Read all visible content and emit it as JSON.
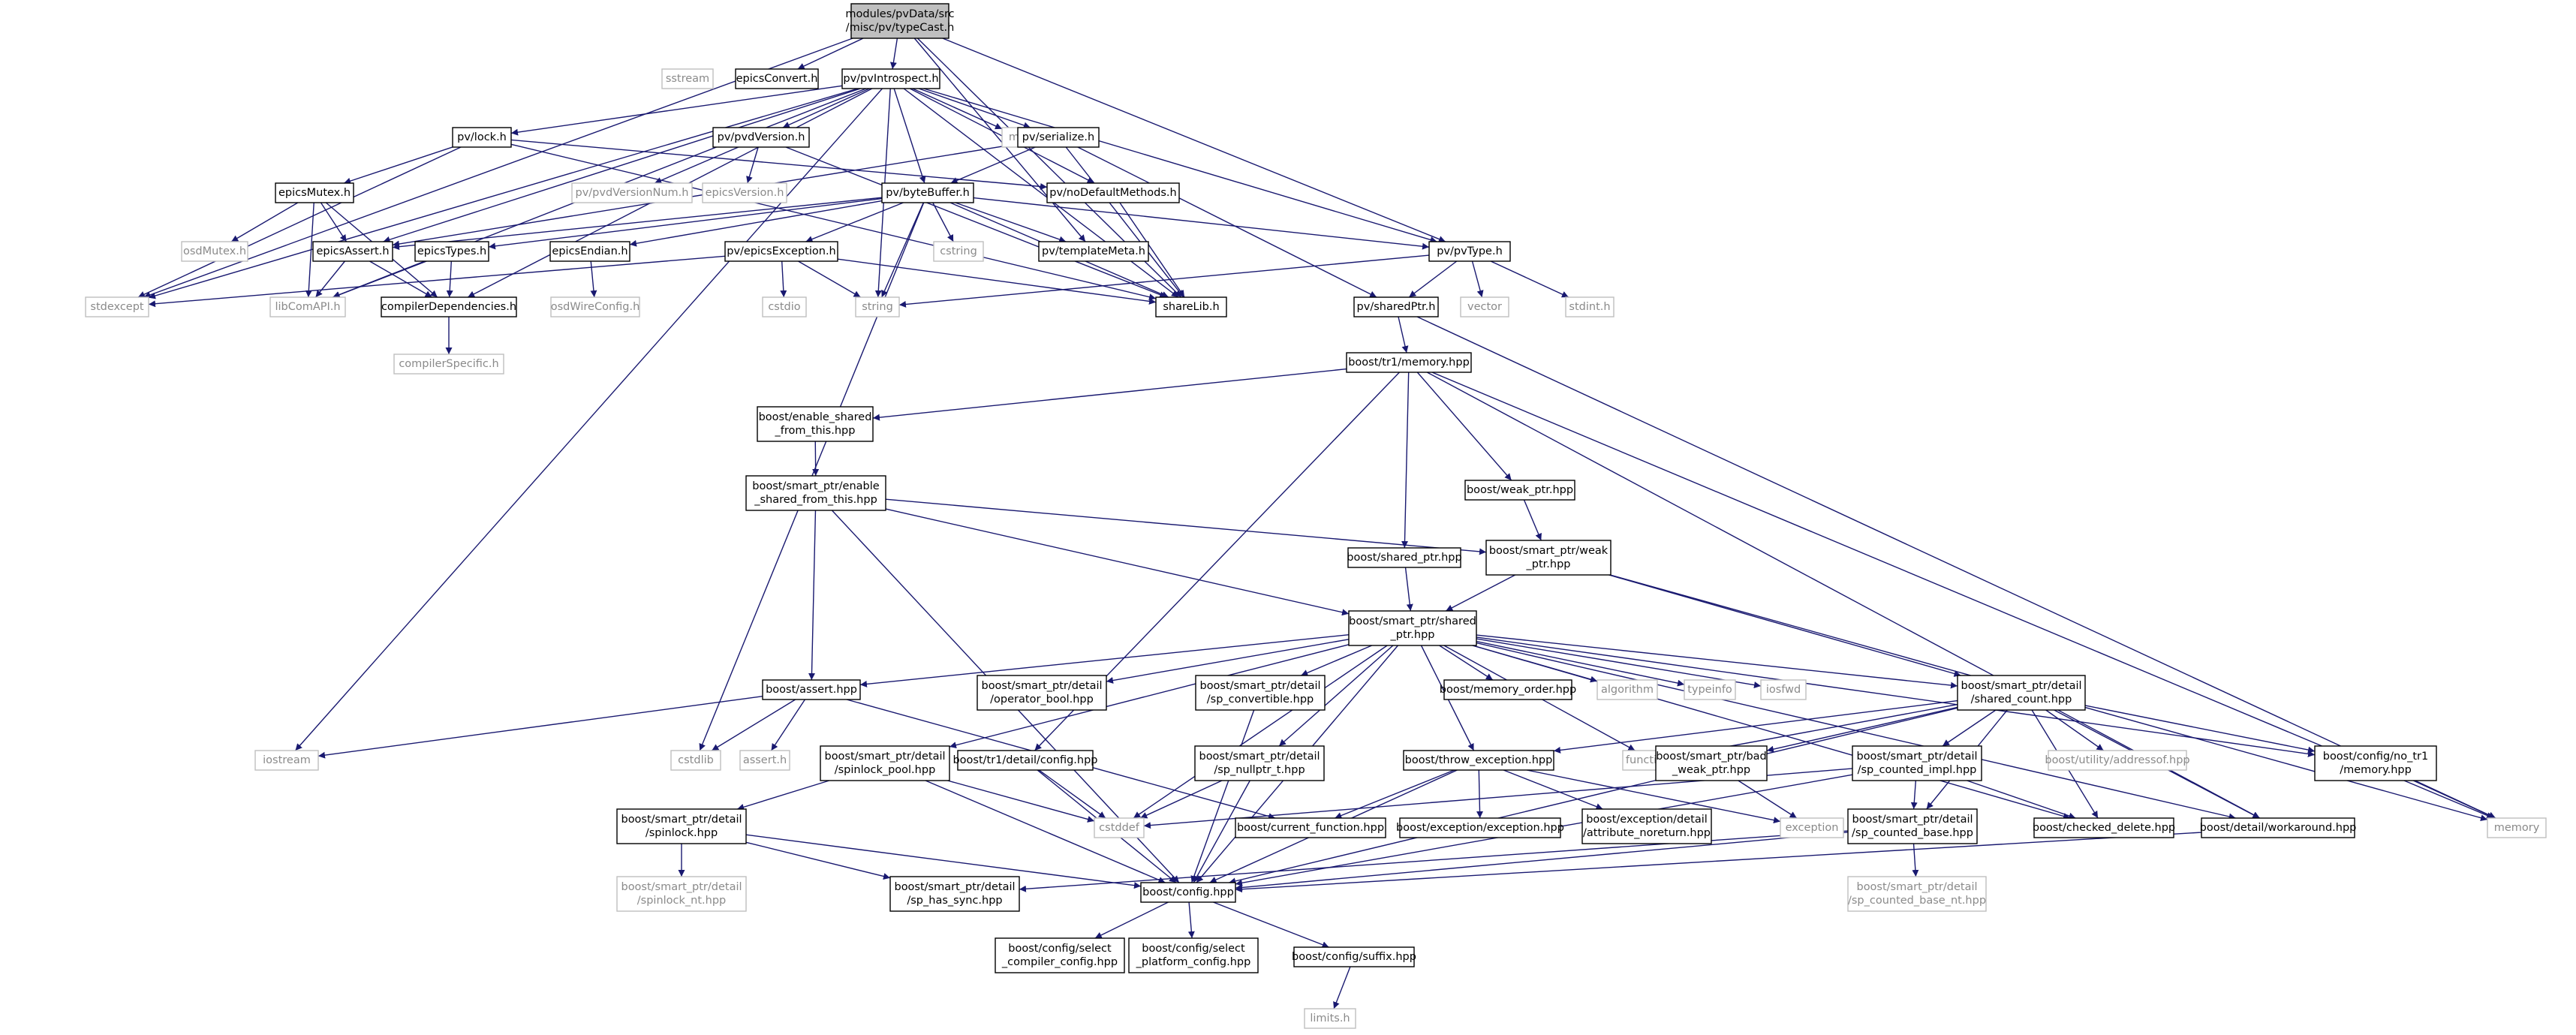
{
  "colors": {
    "edge": "#191970",
    "root_fill": "#bfbfbf",
    "documented_border": "#000000",
    "external_border": "#bfbfbf",
    "external_text": "#8a8a8a"
  },
  "nodes": [
    {
      "id": "root",
      "lines": [
        "modules/pvData/src",
        "/misc/pv/typeCast.h"
      ],
      "kind": "root"
    },
    {
      "id": "sstream",
      "lines": [
        "sstream"
      ],
      "kind": "ext"
    },
    {
      "id": "epicsConvert",
      "lines": [
        "epicsConvert.h"
      ],
      "kind": "doc"
    },
    {
      "id": "pvIntrospect",
      "lines": [
        "pv/pvIntrospect.h"
      ],
      "kind": "doc"
    },
    {
      "id": "pvLock",
      "lines": [
        "pv/lock.h"
      ],
      "kind": "doc"
    },
    {
      "id": "pvdVersion",
      "lines": [
        "pv/pvdVersion.h"
      ],
      "kind": "doc"
    },
    {
      "id": "map",
      "lines": [
        "map"
      ],
      "kind": "ext"
    },
    {
      "id": "serialize",
      "lines": [
        "pv/serialize.h"
      ],
      "kind": "doc"
    },
    {
      "id": "epicsMutex",
      "lines": [
        "epicsMutex.h"
      ],
      "kind": "doc"
    },
    {
      "id": "pvdVersionNum",
      "lines": [
        "pv/pvdVersionNum.h"
      ],
      "kind": "ext"
    },
    {
      "id": "epicsVersion",
      "lines": [
        "epicsVersion.h"
      ],
      "kind": "ext"
    },
    {
      "id": "byteBuffer",
      "lines": [
        "pv/byteBuffer.h"
      ],
      "kind": "doc"
    },
    {
      "id": "noDefault",
      "lines": [
        "pv/noDefaultMethods.h"
      ],
      "kind": "doc"
    },
    {
      "id": "osdMutex",
      "lines": [
        "osdMutex.h"
      ],
      "kind": "ext"
    },
    {
      "id": "epicsAssert",
      "lines": [
        "epicsAssert.h"
      ],
      "kind": "doc"
    },
    {
      "id": "epicsTypes",
      "lines": [
        "epicsTypes.h"
      ],
      "kind": "doc"
    },
    {
      "id": "epicsEndian",
      "lines": [
        "epicsEndian.h"
      ],
      "kind": "doc"
    },
    {
      "id": "epicsException",
      "lines": [
        "pv/epicsException.h"
      ],
      "kind": "doc"
    },
    {
      "id": "cstring",
      "lines": [
        "cstring"
      ],
      "kind": "ext"
    },
    {
      "id": "templateMeta",
      "lines": [
        "pv/templateMeta.h"
      ],
      "kind": "doc"
    },
    {
      "id": "pvType",
      "lines": [
        "pv/pvType.h"
      ],
      "kind": "doc"
    },
    {
      "id": "stdexcept",
      "lines": [
        "stdexcept"
      ],
      "kind": "ext"
    },
    {
      "id": "libComAPI",
      "lines": [
        "libComAPI.h"
      ],
      "kind": "ext"
    },
    {
      "id": "compilerDep",
      "lines": [
        "compilerDependencies.h"
      ],
      "kind": "doc"
    },
    {
      "id": "osdWireConfig",
      "lines": [
        "osdWireConfig.h"
      ],
      "kind": "ext"
    },
    {
      "id": "cstdio",
      "lines": [
        "cstdio"
      ],
      "kind": "ext"
    },
    {
      "id": "string",
      "lines": [
        "string"
      ],
      "kind": "ext"
    },
    {
      "id": "shareLib",
      "lines": [
        "shareLib.h"
      ],
      "kind": "doc"
    },
    {
      "id": "sharedPtr",
      "lines": [
        "pv/sharedPtr.h"
      ],
      "kind": "doc"
    },
    {
      "id": "vector",
      "lines": [
        "vector"
      ],
      "kind": "ext"
    },
    {
      "id": "stdint",
      "lines": [
        "stdint.h"
      ],
      "kind": "ext"
    },
    {
      "id": "compilerSpecific",
      "lines": [
        "compilerSpecific.h"
      ],
      "kind": "ext"
    },
    {
      "id": "tr1memory",
      "lines": [
        "boost/tr1/memory.hpp"
      ],
      "kind": "doc"
    },
    {
      "id": "enableShared",
      "lines": [
        "boost/enable_shared",
        "_from_this.hpp"
      ],
      "kind": "doc"
    },
    {
      "id": "spEnableShared",
      "lines": [
        "boost/smart_ptr/enable",
        "_shared_from_this.hpp"
      ],
      "kind": "doc"
    },
    {
      "id": "weakPtrHpp",
      "lines": [
        "boost/weak_ptr.hpp"
      ],
      "kind": "doc"
    },
    {
      "id": "sharedPtrHpp",
      "lines": [
        "boost/shared_ptr.hpp"
      ],
      "kind": "doc"
    },
    {
      "id": "spWeakPtr",
      "lines": [
        "boost/smart_ptr/weak",
        "_ptr.hpp"
      ],
      "kind": "doc"
    },
    {
      "id": "spSharedPtr",
      "lines": [
        "boost/smart_ptr/shared",
        "_ptr.hpp"
      ],
      "kind": "doc"
    },
    {
      "id": "boostAssert",
      "lines": [
        "boost/assert.hpp"
      ],
      "kind": "doc"
    },
    {
      "id": "operatorBool",
      "lines": [
        "boost/smart_ptr/detail",
        "/operator_bool.hpp"
      ],
      "kind": "doc"
    },
    {
      "id": "spConvertible",
      "lines": [
        "boost/smart_ptr/detail",
        "/sp_convertible.hpp"
      ],
      "kind": "doc"
    },
    {
      "id": "memoryOrder",
      "lines": [
        "boost/memory_order.hpp"
      ],
      "kind": "doc"
    },
    {
      "id": "algorithm",
      "lines": [
        "algorithm"
      ],
      "kind": "ext"
    },
    {
      "id": "typeinfo",
      "lines": [
        "typeinfo"
      ],
      "kind": "ext"
    },
    {
      "id": "iosfwd",
      "lines": [
        "iosfwd"
      ],
      "kind": "ext"
    },
    {
      "id": "sharedCount",
      "lines": [
        "boost/smart_ptr/detail",
        "/shared_count.hpp"
      ],
      "kind": "doc"
    },
    {
      "id": "iostream",
      "lines": [
        "iostream"
      ],
      "kind": "ext"
    },
    {
      "id": "cstdlib",
      "lines": [
        "cstdlib"
      ],
      "kind": "ext"
    },
    {
      "id": "assertH",
      "lines": [
        "assert.h"
      ],
      "kind": "ext"
    },
    {
      "id": "spinlockPool",
      "lines": [
        "boost/smart_ptr/detail",
        "/spinlock_pool.hpp"
      ],
      "kind": "doc"
    },
    {
      "id": "tr1config",
      "lines": [
        "boost/tr1/detail/config.hpp"
      ],
      "kind": "doc"
    },
    {
      "id": "spNullptr",
      "lines": [
        "boost/smart_ptr/detail",
        "/sp_nullptr_t.hpp"
      ],
      "kind": "doc"
    },
    {
      "id": "throwException",
      "lines": [
        "boost/throw_exception.hpp"
      ],
      "kind": "doc"
    },
    {
      "id": "functional",
      "lines": [
        "functional"
      ],
      "kind": "ext"
    },
    {
      "id": "badWeakPtr",
      "lines": [
        "boost/smart_ptr/bad",
        "_weak_ptr.hpp"
      ],
      "kind": "doc"
    },
    {
      "id": "spCountedImpl",
      "lines": [
        "boost/smart_ptr/detail",
        "/sp_counted_impl.hpp"
      ],
      "kind": "doc"
    },
    {
      "id": "addressof",
      "lines": [
        "boost/utility/addressof.hpp"
      ],
      "kind": "ext"
    },
    {
      "id": "noTr1Memory",
      "lines": [
        "boost/config/no_tr1",
        "/memory.hpp"
      ],
      "kind": "doc"
    },
    {
      "id": "spinlock",
      "lines": [
        "boost/smart_ptr/detail",
        "/spinlock.hpp"
      ],
      "kind": "doc"
    },
    {
      "id": "cstddef",
      "lines": [
        "cstddef"
      ],
      "kind": "ext"
    },
    {
      "id": "currentFunction",
      "lines": [
        "boost/current_function.hpp"
      ],
      "kind": "doc"
    },
    {
      "id": "excException",
      "lines": [
        "boost/exception/exception.hpp"
      ],
      "kind": "doc"
    },
    {
      "id": "attrNoreturn",
      "lines": [
        "boost/exception/detail",
        "/attribute_noreturn.hpp"
      ],
      "kind": "doc"
    },
    {
      "id": "exception",
      "lines": [
        "exception"
      ],
      "kind": "ext"
    },
    {
      "id": "spCountedBase",
      "lines": [
        "boost/smart_ptr/detail",
        "/sp_counted_base.hpp"
      ],
      "kind": "doc"
    },
    {
      "id": "checkedDelete",
      "lines": [
        "boost/checked_delete.hpp"
      ],
      "kind": "doc"
    },
    {
      "id": "workaround",
      "lines": [
        "boost/detail/workaround.hpp"
      ],
      "kind": "doc"
    },
    {
      "id": "memory",
      "lines": [
        "memory"
      ],
      "kind": "ext"
    },
    {
      "id": "spinlockNt",
      "lines": [
        "boost/smart_ptr/detail",
        "/spinlock_nt.hpp"
      ],
      "kind": "ext"
    },
    {
      "id": "spHasSync",
      "lines": [
        "boost/smart_ptr/detail",
        "/sp_has_sync.hpp"
      ],
      "kind": "doc"
    },
    {
      "id": "boostConfig",
      "lines": [
        "boost/config.hpp"
      ],
      "kind": "doc"
    },
    {
      "id": "spCountedBaseNt",
      "lines": [
        "boost/smart_ptr/detail",
        "/sp_counted_base_nt.hpp"
      ],
      "kind": "ext"
    },
    {
      "id": "selectCompiler",
      "lines": [
        "boost/config/select",
        "_compiler_config.hpp"
      ],
      "kind": "doc"
    },
    {
      "id": "selectPlatform",
      "lines": [
        "boost/config/select",
        "_platform_config.hpp"
      ],
      "kind": "doc"
    },
    {
      "id": "suffix",
      "lines": [
        "boost/config/suffix.hpp"
      ],
      "kind": "doc"
    },
    {
      "id": "limits",
      "lines": [
        "limits.h"
      ],
      "kind": "ext"
    }
  ],
  "edges": [
    [
      "root",
      "epicsConvert"
    ],
    [
      "root",
      "pvIntrospect"
    ],
    [
      "root",
      "stdexcept"
    ],
    [
      "root",
      "pvType"
    ],
    [
      "root",
      "shareLib"
    ],
    [
      "root",
      "templateMeta"
    ],
    [
      "pvIntrospect",
      "pvLock"
    ],
    [
      "pvIntrospect",
      "pvdVersion"
    ],
    [
      "pvIntrospect",
      "map"
    ],
    [
      "pvIntrospect",
      "serialize"
    ],
    [
      "pvIntrospect",
      "byteBuffer"
    ],
    [
      "pvIntrospect",
      "noDefault"
    ],
    [
      "pvIntrospect",
      "epicsAssert"
    ],
    [
      "pvIntrospect",
      "stdexcept"
    ],
    [
      "pvIntrospect",
      "libComAPI"
    ],
    [
      "pvIntrospect",
      "iostream"
    ],
    [
      "pvIntrospect",
      "string"
    ],
    [
      "pvIntrospect",
      "shareLib"
    ],
    [
      "pvIntrospect",
      "pvType"
    ],
    [
      "pvIntrospect",
      "compilerDep"
    ],
    [
      "pvLock",
      "epicsMutex"
    ],
    [
      "pvLock",
      "noDefault"
    ],
    [
      "pvLock",
      "stdexcept"
    ],
    [
      "pvLock",
      "shareLib"
    ],
    [
      "epicsMutex",
      "osdMutex"
    ],
    [
      "epicsMutex",
      "epicsAssert"
    ],
    [
      "epicsMutex",
      "libComAPI"
    ],
    [
      "epicsMutex",
      "compilerDep"
    ],
    [
      "pvdVersion",
      "pvdVersionNum"
    ],
    [
      "pvdVersion",
      "epicsVersion"
    ],
    [
      "pvdVersion",
      "shareLib"
    ],
    [
      "serialize",
      "byteBuffer"
    ],
    [
      "serialize",
      "shareLib"
    ],
    [
      "serialize",
      "sharedPtr"
    ],
    [
      "serialize",
      "epicsAssert"
    ],
    [
      "byteBuffer",
      "epicsEndian"
    ],
    [
      "byteBuffer",
      "epicsException"
    ],
    [
      "byteBuffer",
      "cstring"
    ],
    [
      "byteBuffer",
      "templateMeta"
    ],
    [
      "byteBuffer",
      "pvType"
    ],
    [
      "byteBuffer",
      "epicsTypes"
    ],
    [
      "byteBuffer",
      "epicsAssert"
    ],
    [
      "byteBuffer",
      "shareLib"
    ],
    [
      "byteBuffer",
      "string"
    ],
    [
      "byteBuffer",
      "cstdlib"
    ],
    [
      "noDefault",
      "shareLib"
    ],
    [
      "epicsAssert",
      "libComAPI"
    ],
    [
      "epicsAssert",
      "compilerDep"
    ],
    [
      "epicsTypes",
      "libComAPI"
    ],
    [
      "epicsTypes",
      "compilerDep"
    ],
    [
      "compilerDep",
      "compilerSpecific"
    ],
    [
      "epicsEndian",
      "osdWireConfig"
    ],
    [
      "epicsException",
      "cstdio"
    ],
    [
      "epicsException",
      "string"
    ],
    [
      "epicsException",
      "stdexcept"
    ],
    [
      "epicsException",
      "shareLib"
    ],
    [
      "pvType",
      "sharedPtr"
    ],
    [
      "pvType",
      "vector"
    ],
    [
      "pvType",
      "stdint"
    ],
    [
      "pvType",
      "string"
    ],
    [
      "sharedPtr",
      "tr1memory"
    ],
    [
      "sharedPtr",
      "memory"
    ],
    [
      "tr1memory",
      "enableShared"
    ],
    [
      "tr1memory",
      "weakPtrHpp"
    ],
    [
      "tr1memory",
      "sharedPtrHpp"
    ],
    [
      "tr1memory",
      "tr1config"
    ],
    [
      "tr1memory",
      "memory"
    ],
    [
      "tr1memory",
      "workaround"
    ],
    [
      "enableShared",
      "spEnableShared"
    ],
    [
      "spEnableShared",
      "boostAssert"
    ],
    [
      "spEnableShared",
      "spWeakPtr"
    ],
    [
      "spEnableShared",
      "spSharedPtr"
    ],
    [
      "spEnableShared",
      "boostConfig"
    ],
    [
      "weakPtrHpp",
      "spWeakPtr"
    ],
    [
      "sharedPtrHpp",
      "spSharedPtr"
    ],
    [
      "spWeakPtr",
      "spSharedPtr"
    ],
    [
      "spWeakPtr",
      "sharedCount"
    ],
    [
      "spWeakPtr",
      "memory"
    ],
    [
      "spSharedPtr",
      "boostAssert"
    ],
    [
      "spSharedPtr",
      "operatorBool"
    ],
    [
      "spSharedPtr",
      "spConvertible"
    ],
    [
      "spSharedPtr",
      "memoryOrder"
    ],
    [
      "spSharedPtr",
      "algorithm"
    ],
    [
      "spSharedPtr",
      "typeinfo"
    ],
    [
      "spSharedPtr",
      "iosfwd"
    ],
    [
      "spSharedPtr",
      "sharedCount"
    ],
    [
      "spSharedPtr",
      "spinlockPool"
    ],
    [
      "spSharedPtr",
      "spNullptr"
    ],
    [
      "spSharedPtr",
      "throwException"
    ],
    [
      "spSharedPtr",
      "functional"
    ],
    [
      "spSharedPtr",
      "noTr1Memory"
    ],
    [
      "spSharedPtr",
      "checkedDelete"
    ],
    [
      "spSharedPtr",
      "workaround"
    ],
    [
      "spSharedPtr",
      "cstddef"
    ],
    [
      "spSharedPtr",
      "boostConfig"
    ],
    [
      "boostAssert",
      "iostream"
    ],
    [
      "boostAssert",
      "cstdlib"
    ],
    [
      "boostAssert",
      "assertH"
    ],
    [
      "boostAssert",
      "currentFunction"
    ],
    [
      "spConvertible",
      "boostConfig"
    ],
    [
      "sharedCount",
      "throwException"
    ],
    [
      "sharedCount",
      "badWeakPtr"
    ],
    [
      "sharedCount",
      "spCountedImpl"
    ],
    [
      "sharedCount",
      "addressof"
    ],
    [
      "sharedCount",
      "noTr1Memory"
    ],
    [
      "sharedCount",
      "functional"
    ],
    [
      "sharedCount",
      "checkedDelete"
    ],
    [
      "sharedCount",
      "workaround"
    ],
    [
      "sharedCount",
      "spCountedBase"
    ],
    [
      "sharedCount",
      "boostConfig"
    ],
    [
      "spinlockPool",
      "spinlock"
    ],
    [
      "spinlockPool",
      "cstddef"
    ],
    [
      "spinlockPool",
      "boostConfig"
    ],
    [
      "tr1config",
      "cstddef"
    ],
    [
      "tr1config",
      "boostConfig"
    ],
    [
      "spNullptr",
      "cstddef"
    ],
    [
      "spNullptr",
      "boostConfig"
    ],
    [
      "throwException",
      "currentFunction"
    ],
    [
      "throwException",
      "excException"
    ],
    [
      "throwException",
      "attrNoreturn"
    ],
    [
      "throwException",
      "exception"
    ],
    [
      "throwException",
      "boostConfig"
    ],
    [
      "badWeakPtr",
      "exception"
    ],
    [
      "spCountedImpl",
      "checkedDelete"
    ],
    [
      "spCountedImpl",
      "spCountedBase"
    ],
    [
      "spCountedImpl",
      "cstddef"
    ],
    [
      "spCountedImpl",
      "boostConfig"
    ],
    [
      "noTr1Memory",
      "memory"
    ],
    [
      "spinlock",
      "spinlockNt"
    ],
    [
      "spinlock",
      "spHasSync"
    ],
    [
      "spinlock",
      "boostConfig"
    ],
    [
      "spCountedBase",
      "spCountedBaseNt"
    ],
    [
      "spCountedBase",
      "spHasSync"
    ],
    [
      "spCountedBase",
      "boostConfig"
    ],
    [
      "workaround",
      "boostConfig"
    ],
    [
      "boostConfig",
      "selectCompiler"
    ],
    [
      "boostConfig",
      "selectPlatform"
    ],
    [
      "boostConfig",
      "suffix"
    ],
    [
      "suffix",
      "limits"
    ]
  ]
}
